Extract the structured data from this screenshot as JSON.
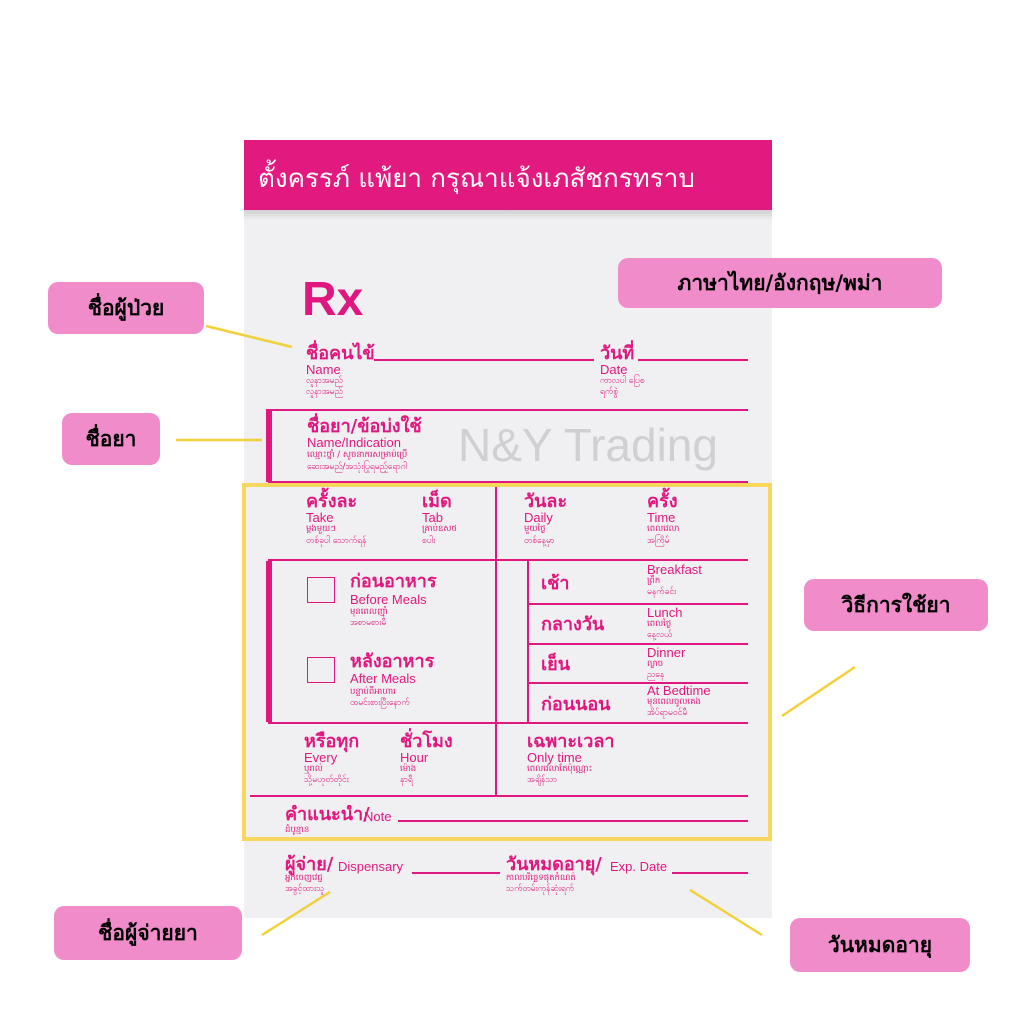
{
  "header": {
    "title": "ตั้งครรภ์ แพ้ยา กรุณาแจ้งเภสัชกรทราบ"
  },
  "rx": {
    "symbol": "Rx"
  },
  "watermark": {
    "text": "N&Y Trading"
  },
  "callouts": {
    "languages": "ภาษาไทย/อังกฤษ/พม่า",
    "patient_name": "ชื่อผู้ป่วย",
    "drug_name": "ชื่อยา",
    "usage": "วิธีการใช้ยา",
    "dispenser": "ชื่อผู้จ่ายยา",
    "expiry": "วันหมดอายุ"
  },
  "fields": {
    "name": {
      "th": "ชื่อคนไข้",
      "en": "Name",
      "my1": "လူနာအမည်",
      "my2": "လူနာအမည်"
    },
    "date": {
      "th": "วันที่",
      "en": "Date",
      "my1": "ကာလပါ ပြေစ",
      "my2": "ရက်စွဲ"
    },
    "drug": {
      "th": "ชื่อยา/ข้อบ่งใช้",
      "en": "Name/Indication",
      "my1": "ឈ្មោះថ្នាំ / សូចនាករសម្រាប់ប្រើ",
      "my2": "ဆေးအမည်/အသုံးပြုရမည့်ရောဂါ"
    }
  },
  "dosage": {
    "take": {
      "th": "ครั้งละ",
      "en": "Take",
      "my1": "ម្ដងមួយៗ",
      "my2": "တစ်ခုပါ သောက်ရန်"
    },
    "tab": {
      "th": "เม็ด",
      "en": "Tab",
      "my1": "គ្រាប់ឧសថ",
      "my2": "စပါး"
    },
    "daily": {
      "th": "วันละ",
      "en": "Daily",
      "my1": "មួយថ្ងៃ",
      "my2": "တစ်နေ့မှာ"
    },
    "time": {
      "th": "ครั้ง",
      "en": "Time",
      "my1": "ពេលវេលា",
      "my2": "အကြိမ်"
    }
  },
  "meals": {
    "before": {
      "th": "ก่อนอาหาร",
      "en": "Before Meals",
      "my1": "មុនពេលញ៉ាំ",
      "my2": "အစာမစားမီ"
    },
    "after": {
      "th": "หลังอาหาร",
      "en": "After Meals",
      "my1": "បន្ទាប់ពីអាហារ",
      "my2": "ထမင်းစားပြီးနောက်"
    }
  },
  "times": [
    {
      "th": "เช้า",
      "en": "Breakfast",
      "my1": "ព្រឹក",
      "my2": "မနက်ခင်း"
    },
    {
      "th": "กลางวัน",
      "en": "Lunch",
      "my1": "ពេលថ្ងៃ",
      "my2": "နေ့လယ်"
    },
    {
      "th": "เย็น",
      "en": "Dinner",
      "my1": "ល្ងាច",
      "my2": "ညနေ"
    },
    {
      "th": "ก่อนนอน",
      "en": "At Bedtime",
      "my1": "មុនពេលចូលគេង",
      "my2": "အိပ်ရာမဝင်မီ"
    }
  ],
  "interval": {
    "every": {
      "th": "หรือทุก",
      "en": "Every",
      "my1": "ឬរាល់",
      "my2": "သို့မဟုတ်တိုင်း"
    },
    "hour": {
      "th": "ชั่วโมง",
      "en": "Hour",
      "my1": "ម៉ោង",
      "my2": "နာရီ"
    },
    "only": {
      "th": "เฉพาะเวลา",
      "en": "Only time",
      "my1": "ពេលវេលាតែប៉ុណ្ណោះ",
      "my2": "အချိန်သာ"
    }
  },
  "note": {
    "th": "คำแนะนำ/",
    "en": "Note",
    "my": "ដំបូន្មាន"
  },
  "dispensary": {
    "th": "ผู้จ่าย/",
    "en": "Dispensary",
    "my1": "អ្នកចេញវេជ្ជ",
    "my2": "အခွင့်ထားသူ"
  },
  "expiry_date": {
    "th": "วันหมดอายุ/",
    "en": "Exp. Date",
    "my1": "កាលបរិច្ឆេទផុតកំណត់",
    "my2": "သက်တမ်းကုန်ဆုံးရက်"
  },
  "colors": {
    "brand": "#e0177f",
    "header": "#e2197f",
    "callout": "#f18ccb",
    "frame": "#f8d75e",
    "leader": "#f2d03a"
  }
}
